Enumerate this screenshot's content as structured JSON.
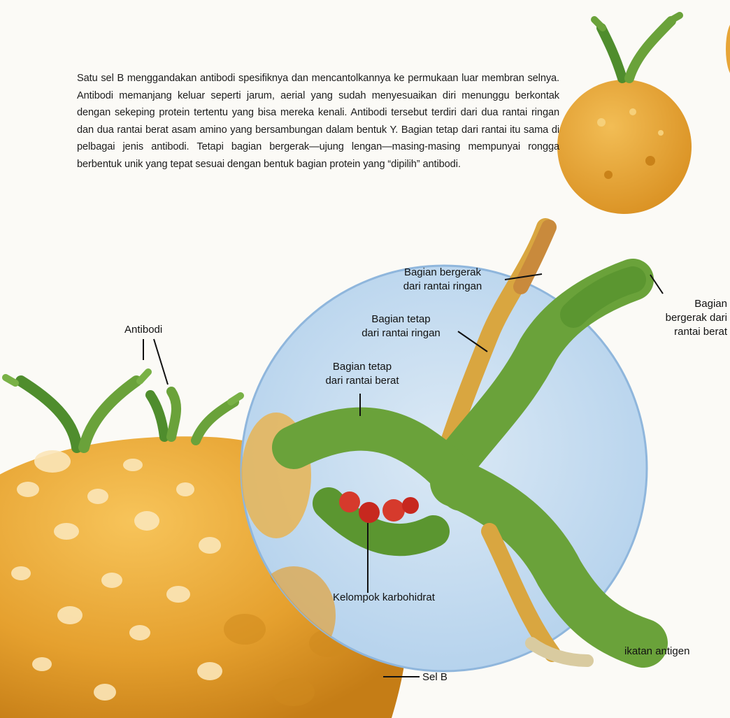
{
  "description_text": "Satu sel B menggandakan antibodi spesifiknya dan mencantolkannya ke permukaan luar membran selnya. Antibodi memanjang keluar seperti jarum, aerial yang sudah menyesuaikan diri menunggu berkontak dengan sekeping protein tertentu yang bisa mereka kenali. Antibodi tersebut terdiri dari dua rantai ringan dan dua rantai berat asam amino yang bersambungan dalam bentuk Y. Bagian tetap dari rantai itu sama di pelbagai jenis antibodi. Tetapi bagian bergerak—ujung lengan—masing-masing mempunyai rongga berbentuk unik yang tepat sesuai dengan bentuk bagian protein yang “dipilih” antibodi.",
  "labels": {
    "antibodi": "Antibodi",
    "light_variable": {
      "line1": "Bagian bergerak",
      "line2": "dari rantai ringan"
    },
    "light_constant": {
      "line1": "Bagian tetap",
      "line2": "dari rantai ringan"
    },
    "heavy_constant": {
      "line1": "Bagian tetap",
      "line2": "dari rantai berat"
    },
    "heavy_variable": {
      "line1": "Bagian",
      "line2": "bergerak dari",
      "line3": "rantai berat"
    },
    "carbohydrate": "Kelompok karbohidrat",
    "antigen_binding": "ikatan antigen",
    "b_cell": "Sel B"
  },
  "colors": {
    "cell": "#e9a732",
    "heavy_chain": "#6aa23a",
    "light_chain": "#d9a640",
    "circle": "#bcd7ee",
    "carbohydrate": "#d63a2c"
  }
}
